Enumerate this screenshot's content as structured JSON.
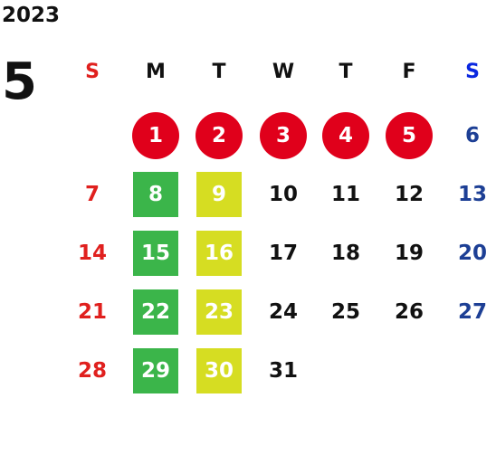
{
  "year": "2023",
  "month": "5",
  "colors": {
    "sunday": "#e0201e",
    "saturday": "#1d3f95",
    "saturday_header": "#0a27e0",
    "weekday": "#111111",
    "holiday_circle": "#e0001b",
    "green_mark": "#3bb54a",
    "yellow_mark": "#d6dd22",
    "on_mark_text": "#ffffff"
  },
  "weekdays": [
    "S",
    "M",
    "T",
    "W",
    "T",
    "F",
    "S"
  ],
  "weeks": [
    [
      null,
      {
        "d": "1",
        "mark": "circle"
      },
      {
        "d": "2",
        "mark": "circle"
      },
      {
        "d": "3",
        "mark": "circle"
      },
      {
        "d": "4",
        "mark": "circle"
      },
      {
        "d": "5",
        "mark": "circle"
      },
      {
        "d": "6"
      }
    ],
    [
      {
        "d": "7"
      },
      {
        "d": "8",
        "mark": "green"
      },
      {
        "d": "9",
        "mark": "yellow"
      },
      {
        "d": "10"
      },
      {
        "d": "11"
      },
      {
        "d": "12"
      },
      {
        "d": "13"
      }
    ],
    [
      {
        "d": "14"
      },
      {
        "d": "15",
        "mark": "green"
      },
      {
        "d": "16",
        "mark": "yellow"
      },
      {
        "d": "17"
      },
      {
        "d": "18"
      },
      {
        "d": "19"
      },
      {
        "d": "20"
      }
    ],
    [
      {
        "d": "21"
      },
      {
        "d": "22",
        "mark": "green"
      },
      {
        "d": "23",
        "mark": "yellow"
      },
      {
        "d": "24"
      },
      {
        "d": "25"
      },
      {
        "d": "26"
      },
      {
        "d": "27"
      }
    ],
    [
      {
        "d": "28"
      },
      {
        "d": "29",
        "mark": "green"
      },
      {
        "d": "30",
        "mark": "yellow"
      },
      {
        "d": "31"
      },
      null,
      null,
      null
    ]
  ]
}
